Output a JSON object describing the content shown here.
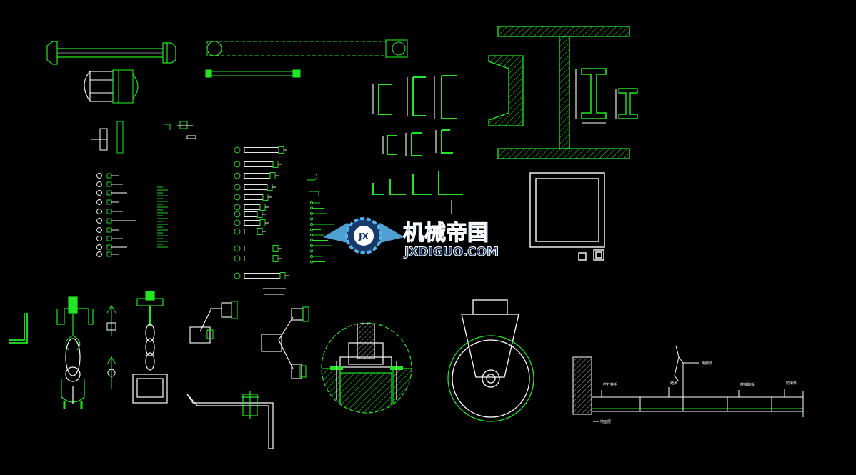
{
  "canvas": {
    "background": "#000000"
  },
  "colors": {
    "green": "#22e622",
    "bright": "#5cff5c",
    "white": "#ffffff",
    "wm_blue": "#59b3ea",
    "wm_dark": "#173a6a"
  },
  "watermark": {
    "cn": "机械帝国",
    "en": "JXDIGUO.COM",
    "logo_letter": "JX"
  },
  "labels": {
    "stair_1": "栏杆扶手",
    "stair_2": "踏步",
    "stair_3": "楼梯踏板",
    "stair_4": "防滑条",
    "stair_5": "踢脚线",
    "stair_6": "地面层"
  }
}
